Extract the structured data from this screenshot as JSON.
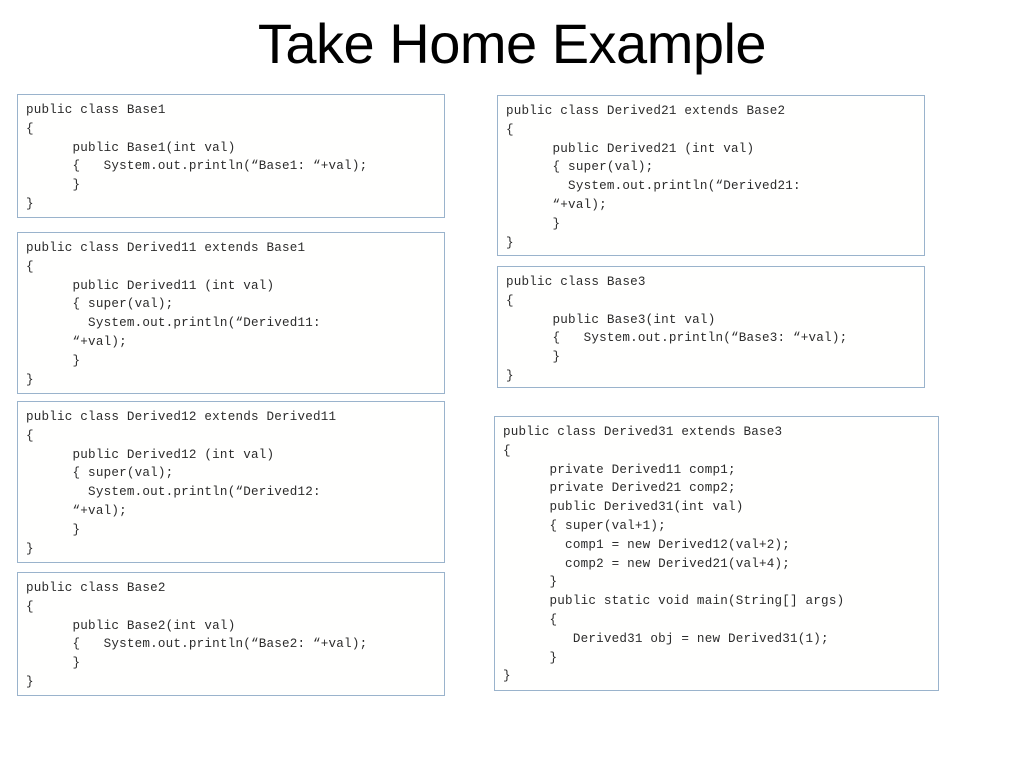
{
  "slide": {
    "title": "Take Home Example",
    "background_color": "#ffffff",
    "box_border_color": "#9ab3cc",
    "box_background_color": "#fffffe",
    "code_text_color": "#2b2b2b"
  },
  "code_boxes": {
    "base1": {
      "name": "Base1",
      "code": "public class Base1\n{\n      public Base1(int val)\n      {   System.out.println(“Base1: “+val);\n      }\n}"
    },
    "derived11": {
      "name": "Derived11",
      "code": "public class Derived11 extends Base1\n{\n      public Derived11 (int val)\n      { super(val);\n        System.out.println(“Derived11:\n      “+val);\n      }\n}"
    },
    "derived12": {
      "name": "Derived12",
      "code": "public class Derived12 extends Derived11\n{\n      public Derived12 (int val)\n      { super(val);\n        System.out.println(“Derived12:\n      “+val);\n      }\n}"
    },
    "base2": {
      "name": "Base2",
      "code": "public class Base2\n{\n      public Base2(int val)\n      {   System.out.println(“Base2: “+val);\n      }\n}"
    },
    "derived21": {
      "name": "Derived21",
      "code": "public class Derived21 extends Base2\n{\n      public Derived21 (int val)\n      { super(val);\n        System.out.println(“Derived21:\n      “+val);\n      }\n}"
    },
    "base3": {
      "name": "Base3",
      "code": "public class Base3\n{\n      public Base3(int val)\n      {   System.out.println(“Base3: “+val);\n      }\n}"
    },
    "derived31": {
      "name": "Derived31",
      "code": "public class Derived31 extends Base3\n{\n      private Derived11 comp1;\n      private Derived21 comp2;\n      public Derived31(int val)\n      { super(val+1);\n        comp1 = new Derived12(val+2);\n        comp2 = new Derived21(val+4);\n      }\n      public static void main(String[] args)\n      {\n         Derived31 obj = new Derived31(1);\n      }\n}"
    }
  }
}
